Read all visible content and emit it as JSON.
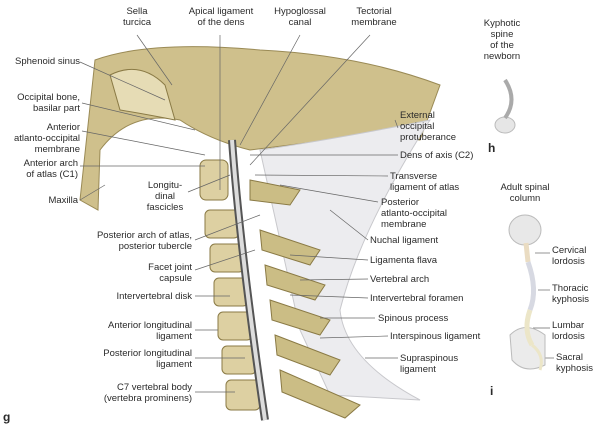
{
  "panel_g": {
    "letter": "g",
    "top_labels": [
      "Sella\nturcica",
      "Apical ligament\nof the dens",
      "Hypoglossal\ncanal",
      "Tectorial\nmembrane"
    ],
    "left_labels": [
      "Sphenoid sinus",
      "Occipital bone,\nbasilar part",
      "Anterior\natlanto-occipital\nmembrane",
      "Anterior arch\nof atlas (C1)",
      "Maxilla"
    ],
    "center_label": "Longitu-\ndinal\nfascicles",
    "mid_left_labels": [
      "Posterior arch of atlas,\nposterior tubercle",
      "Facet joint\ncapsule",
      "Intervertebral disk",
      "Anterior longitudinal\nligament",
      "Posterior longitudinal\nligament",
      "C7 vertebral body\n(vertebra prominens)"
    ],
    "right_labels": [
      "External\noccipital\nprotuberance",
      "Dens of axis (C2)",
      "Transverse\nligament of atlas",
      "Posterior\natlanto-occipital\nmembrane",
      "Nuchal ligament",
      "Ligamenta flava",
      "Vertebral arch",
      "Intervertebral foramen",
      "Spinous process",
      "Interspinous ligament",
      "Supraspinous\nligament"
    ]
  },
  "panel_h": {
    "letter": "h",
    "title": "Kyphotic\nspine\nof the\nnewborn"
  },
  "panel_i": {
    "letter": "i",
    "title": "Adult spinal\ncolumn",
    "labels": [
      "Cervical\nlordosis",
      "Thoracic\nkyphosis",
      "Lumbar\nlordosis",
      "Sacral\nkyphosis"
    ]
  },
  "colors": {
    "bone": "#d9cc9e",
    "bone_dark": "#8a7a45",
    "ligament": "#e8e8ea",
    "spine_cervical": "#eadcc2",
    "spine_thoracic": "#d7d9e2",
    "spine_lumbar": "#ece6c8"
  }
}
